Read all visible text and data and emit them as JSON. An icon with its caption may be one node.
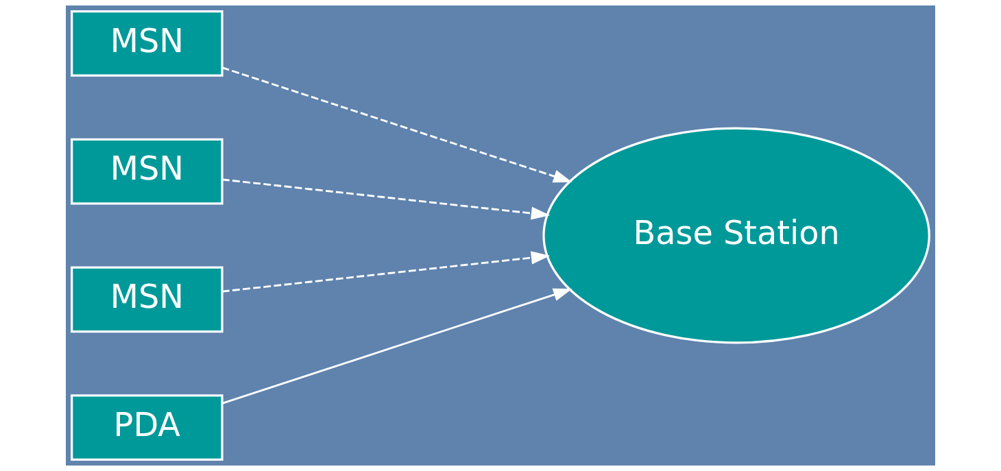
{
  "diagram": {
    "nodes": [
      {
        "text": [
          "MSN"
        ]
      },
      {
        "text": [
          "MSN"
        ]
      },
      {
        "text": [
          "MSN"
        ]
      },
      {
        "text": [
          "Base Station"
        ]
      },
      {
        "text": [
          "PDA"
        ]
      }
    ],
    "edges": [
      {
        "from": 0,
        "to": 3,
        "arrow": "to",
        "style": "dashed"
      },
      {
        "from": 1,
        "to": 3,
        "arrow": "to",
        "style": "dashed"
      },
      {
        "from": 2,
        "to": 3,
        "arrow": "to",
        "style": "dashed"
      },
      {
        "from": 4,
        "to": 3,
        "arrow": "to"
      }
    ]
  }
}
